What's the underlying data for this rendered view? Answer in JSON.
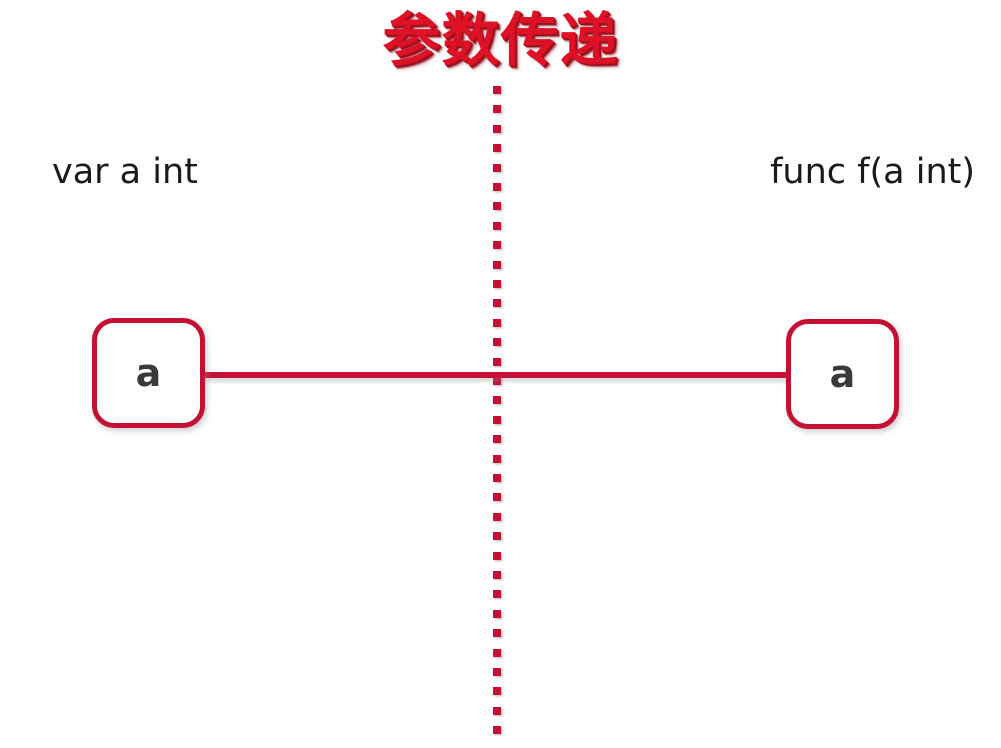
{
  "page": {
    "title": "参数传递",
    "background_color": "#ffffff",
    "accent_color": "#C41033",
    "title_color": "#DE1126",
    "label_color": "#3a3a3a"
  },
  "diagram": {
    "left_caption": "var a int",
    "right_caption": "func f(a int)",
    "left_box_label": "a",
    "right_box_label": "a",
    "divider": {
      "name": "vertical-dotted-divider",
      "style": "dotted",
      "color": "#C41033",
      "dot_count": 34
    },
    "connector": {
      "name": "horizontal-connector-line",
      "color": "#C41033",
      "style": "solid"
    }
  }
}
